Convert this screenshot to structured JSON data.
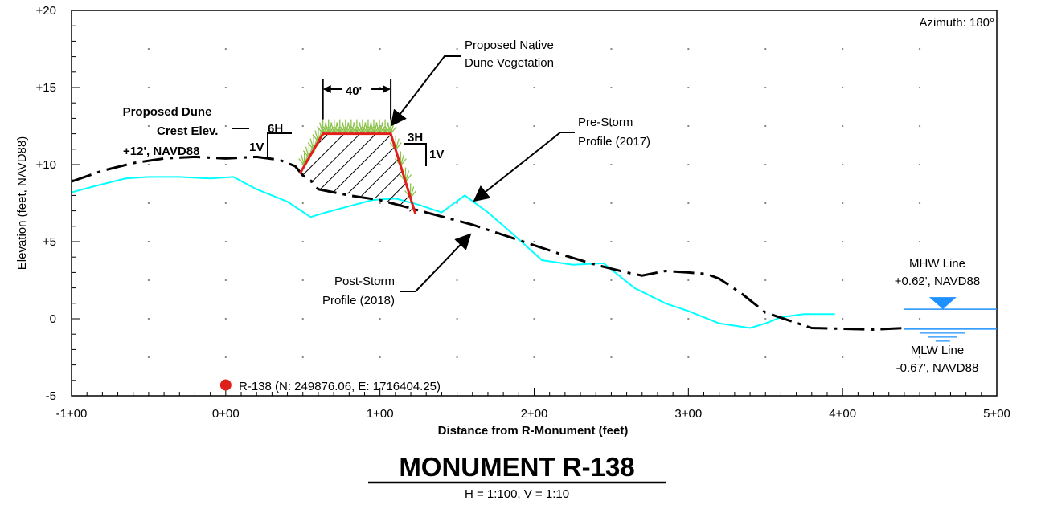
{
  "chart_data": {
    "type": "line",
    "title": "MONUMENT R-138",
    "subtitle": "H = 1:100, V = 1:10",
    "xlabel": "Distance from R-Monument (feet)",
    "ylabel": "Elevation (feet, NAVD88)",
    "xlim": [
      -100,
      500
    ],
    "ylim": [
      -5,
      20
    ],
    "grid": true,
    "x_tick_labels": [
      "-1+00",
      "0+00",
      "1+00",
      "2+00",
      "3+00",
      "4+00",
      "5+00"
    ],
    "x_tick_values": [
      -100,
      0,
      100,
      200,
      300,
      400,
      500
    ],
    "y_tick_labels": [
      "-5",
      "0",
      "+5",
      "+10",
      "+15",
      "+20"
    ],
    "y_tick_values": [
      -5,
      0,
      5,
      10,
      15,
      20
    ],
    "azimuth": "Azimuth: 180°",
    "series": [
      {
        "key": "pre_storm",
        "color": "#00FFFF",
        "style": "solid",
        "label": "Pre-Storm\nProfile (2017)",
        "x": [
          -100,
          -85,
          -65,
          -50,
          -30,
          -10,
          5,
          20,
          40,
          55,
          65,
          80,
          95,
          110,
          125,
          140,
          155,
          170,
          185,
          205,
          225,
          245,
          265,
          285,
          300,
          320,
          340,
          350,
          360,
          375,
          395
        ],
        "y": [
          8.2,
          8.6,
          9.1,
          9.2,
          9.2,
          9.1,
          9.2,
          8.4,
          7.6,
          6.6,
          6.9,
          7.3,
          7.7,
          7.8,
          7.4,
          6.9,
          8.0,
          6.9,
          5.6,
          3.8,
          3.5,
          3.6,
          2.0,
          1.0,
          0.5,
          -0.3,
          -0.6,
          -0.3,
          0.1,
          0.3,
          0.3
        ]
      },
      {
        "key": "post_storm",
        "color": "#000000",
        "style": "dashdot",
        "label": "Post-Storm\nProfile (2018)",
        "x": [
          -100,
          -80,
          -60,
          -40,
          -20,
          0,
          20,
          35,
          45,
          50,
          56,
          60,
          80,
          100,
          130,
          160,
          190,
          220,
          240,
          260,
          270,
          285,
          300,
          312,
          320,
          335,
          350,
          380,
          420,
          440
        ],
        "y": [
          8.9,
          9.6,
          10.1,
          10.4,
          10.5,
          10.4,
          10.5,
          10.3,
          9.9,
          9.3,
          8.9,
          8.4,
          8.0,
          7.7,
          6.9,
          6.1,
          5.1,
          4.1,
          3.5,
          3.0,
          2.8,
          3.1,
          3.0,
          2.9,
          2.6,
          1.6,
          0.4,
          -0.6,
          -0.7,
          -0.6
        ]
      }
    ],
    "dune": {
      "crest_elev": 12,
      "toe_left": [
        48,
        9.4
      ],
      "crest_left": [
        63,
        12
      ],
      "crest_right": [
        107,
        12
      ],
      "toe_right": [
        123,
        6.8
      ],
      "crest_width_label": "40'",
      "lower_bound": [
        [
          48,
          9.4
        ],
        [
          60,
          8.4
        ],
        [
          100,
          7.8
        ],
        [
          123,
          6.8
        ]
      ]
    },
    "mhw": {
      "value": 0.62,
      "x_start": 440,
      "x_end": 500,
      "label_line1": "MHW Line",
      "label_line2": "+0.62', NAVD88"
    },
    "mlw": {
      "value": -0.67,
      "x_start": 440,
      "x_end": 500,
      "label_line1": "MLW Line",
      "label_line2": "-0.67', NAVD88"
    },
    "monument": {
      "x": 0,
      "y": -4.3,
      "label": "R-138 (N: 249876.06, E: 1716404.25)"
    },
    "annotations": {
      "dune_crest_line1": "Proposed Dune",
      "dune_crest_line2": "Crest Elev.",
      "dune_crest_line3": "+12', NAVD88",
      "slope_left_h": "6H",
      "slope_left_v": "1V",
      "slope_right_h": "3H",
      "slope_right_v": "1V",
      "vegetation_line1": "Proposed Native",
      "vegetation_line2": "Dune Vegetation",
      "pre_storm_line1": "Pre-Storm",
      "pre_storm_line2": "Profile (2017)",
      "post_storm_line1": "Post-Storm",
      "post_storm_line2": "Profile (2018)"
    }
  }
}
